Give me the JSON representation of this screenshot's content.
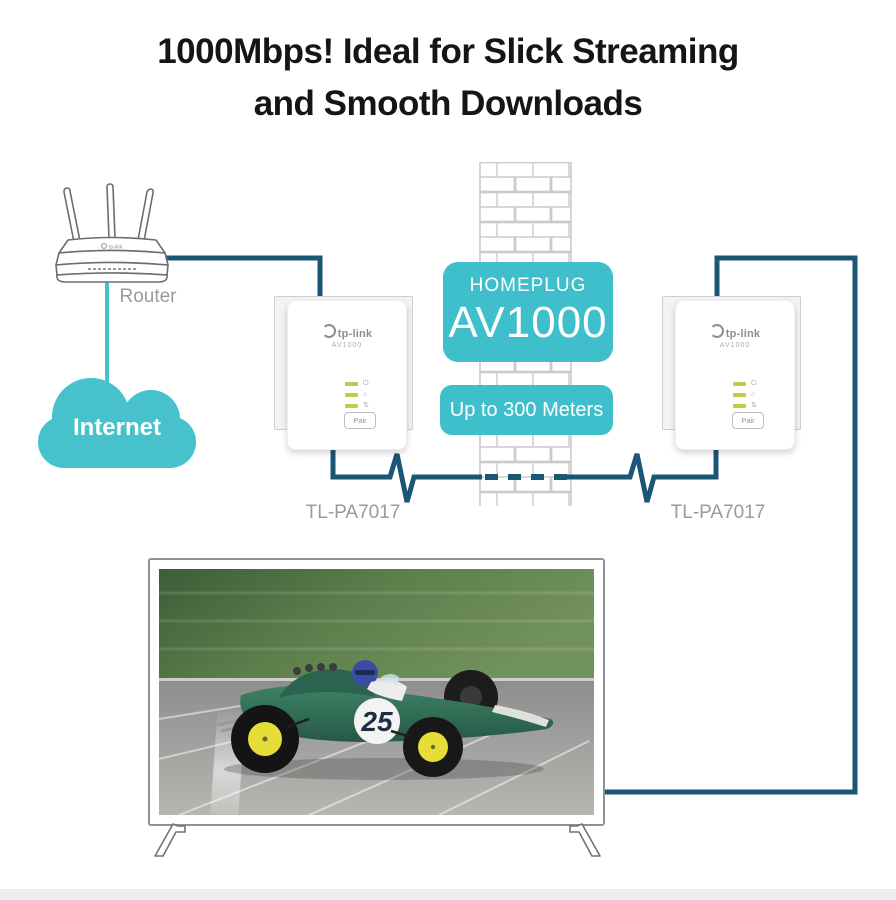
{
  "title": {
    "line1": "1000Mbps! Ideal for Slick Streaming",
    "line2": "and Smooth Downloads"
  },
  "network": {
    "router": {
      "label": "Router"
    },
    "internet": {
      "label": "Internet"
    },
    "adapters": {
      "brand": "tp-link",
      "product": "AV1000",
      "pair_button": "Pair",
      "left": {
        "model_label": "TL-PA7017"
      },
      "right": {
        "model_label": "TL-PA7017"
      }
    },
    "badges": {
      "standard_small": "HOMEPLUG",
      "standard_large": "AV1000",
      "range": "Up to 300 Meters"
    }
  },
  "tv": {
    "car_number": "25"
  },
  "colors": {
    "teal": "#47C2CD",
    "badge_teal": "#3FBFCB",
    "line_blue": "#1A5676",
    "led_green": "#C2CC4A",
    "label_gray": "#979BA0",
    "brick_mortar": "#CBCBCB"
  }
}
